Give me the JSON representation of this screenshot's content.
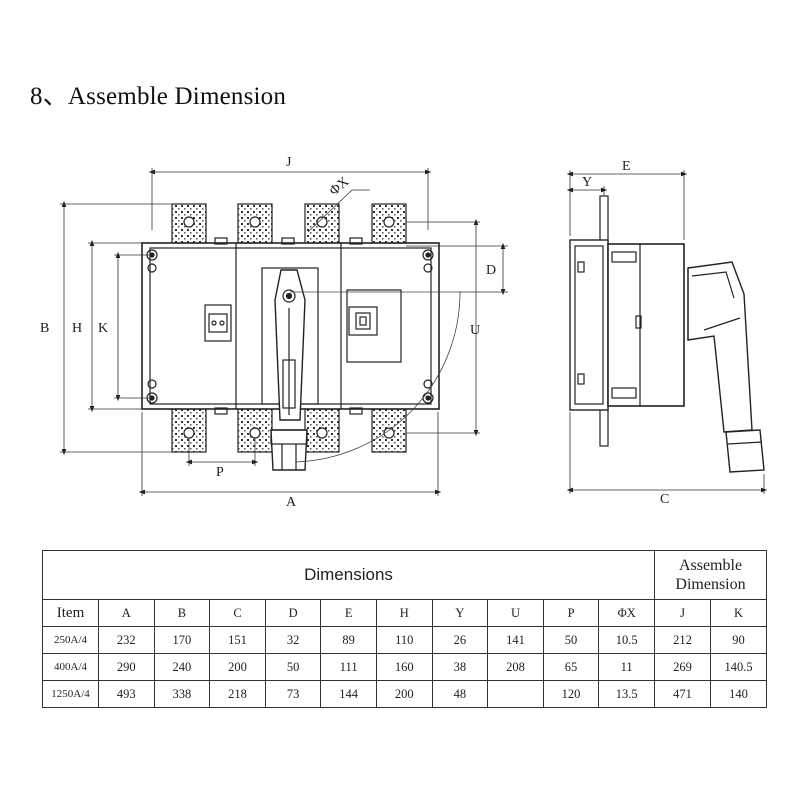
{
  "heading": "8、Assemble Dimension",
  "labels": {
    "J": "J",
    "phiX": "ΦX",
    "B": "B",
    "H": "H",
    "K": "K",
    "D": "D",
    "U": "U",
    "P": "P",
    "A": "A",
    "E": "E",
    "Y": "Y",
    "C": "C"
  },
  "table": {
    "group_dimensions": "Dimensions",
    "group_assemble_line1": "Assemble",
    "group_assemble_line2": "Dimension",
    "headers": [
      "Item",
      "A",
      "B",
      "C",
      "D",
      "E",
      "H",
      "Y",
      "U",
      "P",
      "ΦX",
      "J",
      "K"
    ],
    "rows": [
      [
        "250A/4",
        "232",
        "170",
        "151",
        "32",
        "89",
        "110",
        "26",
        "141",
        "50",
        "10.5",
        "212",
        "90"
      ],
      [
        "400A/4",
        "290",
        "240",
        "200",
        "50",
        "111",
        "160",
        "38",
        "208",
        "65",
        "11",
        "269",
        "140.5"
      ],
      [
        "1250A/4",
        "493",
        "338",
        "218",
        "73",
        "144",
        "200",
        "48",
        "",
        "120",
        "13.5",
        "471",
        "140"
      ]
    ]
  }
}
